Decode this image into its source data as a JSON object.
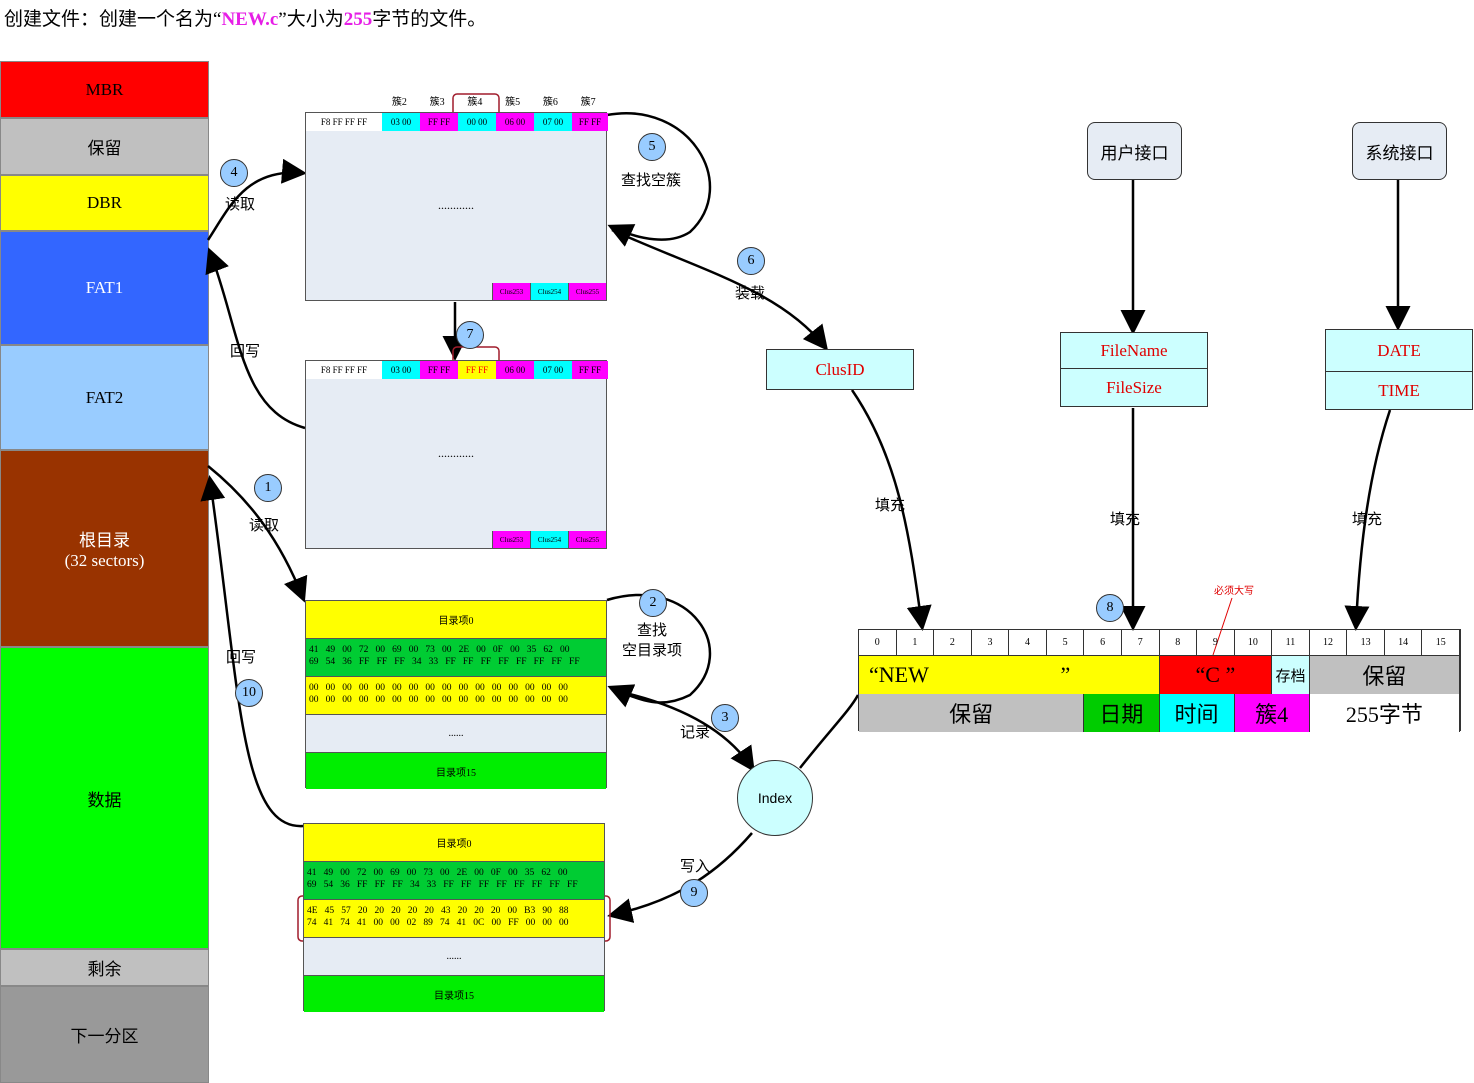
{
  "title": {
    "prefix": "创建文件：创建一个名为“",
    "name": "NEW.c",
    "middle": "”大小为",
    "size": "255",
    "suffix": "字节的文件。"
  },
  "partition": [
    {
      "key": "mbr",
      "label": "MBR",
      "sub": "",
      "bg": "#ff0000",
      "fg": "#000000",
      "h": 57
    },
    {
      "key": "reserved",
      "label": "保留",
      "sub": "",
      "bg": "#c0c0c0",
      "fg": "#000000",
      "h": 57
    },
    {
      "key": "dbr",
      "label": "DBR",
      "sub": "",
      "bg": "#ffff00",
      "fg": "#000000",
      "h": 56
    },
    {
      "key": "fat1",
      "label": "FAT1",
      "sub": "",
      "bg": "#3366ff",
      "fg": "#ffffff",
      "h": 114
    },
    {
      "key": "fat2",
      "label": "FAT2",
      "sub": "",
      "bg": "#99ccff",
      "fg": "#000000",
      "h": 105
    },
    {
      "key": "root",
      "label": "根目录",
      "sub": "(32 sectors)",
      "bg": "#993300",
      "fg": "#ffffff",
      "h": 197
    },
    {
      "key": "data",
      "label": "数据",
      "sub": "",
      "bg": "#00ff00",
      "fg": "#000000",
      "h": 302
    },
    {
      "key": "remain",
      "label": "剩余",
      "sub": "",
      "bg": "#c0c0c0",
      "fg": "#000000",
      "h": 37
    },
    {
      "key": "next",
      "label": "下一分区",
      "sub": "",
      "bg": "#999999",
      "fg": "#000000",
      "h": 97
    }
  ],
  "fat_top": {
    "cluster_headers": [
      "簇2",
      "簇3",
      "簇4",
      "簇5",
      "簇6",
      "簇7"
    ],
    "cells": [
      {
        "text": "F8  FF FF FF",
        "bg": "#ffffff",
        "fg": "#000000",
        "w": 76
      },
      {
        "text": "03  00",
        "bg": "#00ffff",
        "fg": "#000000",
        "w": 38
      },
      {
        "text": "FF  FF",
        "bg": "#ff00ff",
        "fg": "#000000",
        "w": 38
      },
      {
        "text": "00  00",
        "bg": "#00ffff",
        "fg": "#000000",
        "w": 38
      },
      {
        "text": "06  00",
        "bg": "#ff00ff",
        "fg": "#000000",
        "w": 38
      },
      {
        "text": "07 00",
        "bg": "#00ffff",
        "fg": "#000000",
        "w": 38
      },
      {
        "text": "FF FF",
        "bg": "#ff00ff",
        "fg": "#000000",
        "w": 36
      }
    ],
    "dots": "............",
    "tail": [
      "Clus253",
      "Clus254",
      "Clus255"
    ]
  },
  "fat_bottom": {
    "cells": [
      {
        "text": "F8  FF FF FF",
        "bg": "#ffffff",
        "fg": "#000000",
        "w": 76
      },
      {
        "text": "03  00",
        "bg": "#00ffff",
        "fg": "#000000",
        "w": 38
      },
      {
        "text": "FF  FF",
        "bg": "#ff00ff",
        "fg": "#000000",
        "w": 38
      },
      {
        "text": "FF FF",
        "bg": "#ffff00",
        "fg": "#ff0000",
        "w": 38
      },
      {
        "text": "06  00",
        "bg": "#ff00ff",
        "fg": "#000000",
        "w": 38
      },
      {
        "text": "07 00",
        "bg": "#00ffff",
        "fg": "#000000",
        "w": 38
      },
      {
        "text": "FF FF",
        "bg": "#ff00ff",
        "fg": "#000000",
        "w": 36
      }
    ],
    "dots": "............",
    "tail": [
      "Clus253",
      "Clus254",
      "Clus255"
    ]
  },
  "dir_top": {
    "entry0": "目录项0",
    "hex1": "41   49   00   72   00   69   00   73   00   2E   00   0F   00   35   62   00\n69   54   36   FF   FF   FF   34   33   FF   FF   FF   FF   FF   FF   FF   FF",
    "hex2": "00   00   00   00   00   00   00   00   00   00   00   00   00   00   00   00\n00   00   00   00   00   00   00   00   00   00   00   00   00   00   00   00",
    "dots": "......",
    "entry15": "目录项15"
  },
  "dir_bottom": {
    "entry0": "目录项0",
    "hex1": "41   49   00   72   00   69   00   73   00   2E   00   0F   00   35   62   00\n69   54   36   FF   FF   FF   34   33   FF   FF   FF   FF   FF   FF   FF   FF",
    "hex2": "4E   45   57   20   20   20   20   20   43   20   20   20   00   B3   90   88\n74   41   74   41   00   00   02   89   74   41   0C   00   FF   00   00   00",
    "dots": "......",
    "entry15": "目录项15"
  },
  "steps": [
    {
      "n": "1",
      "label": "读取"
    },
    {
      "n": "2",
      "label": "查找\n空目录项"
    },
    {
      "n": "3",
      "label": "记录"
    },
    {
      "n": "4",
      "label": "读取"
    },
    {
      "n": "5",
      "label": "查找空簇"
    },
    {
      "n": "6",
      "label": "装载"
    },
    {
      "n": "7",
      "label": ""
    },
    {
      "n": "8",
      "label": ""
    },
    {
      "n": "9",
      "label": "写入"
    },
    {
      "n": "10",
      "label": ""
    }
  ],
  "writeback_labels": [
    "回写",
    "回写"
  ],
  "index_label": "Index",
  "clusid_label": "ClusID",
  "user_iface": "用户接口",
  "sys_iface": "系统接口",
  "filename_label": "FileName",
  "filesize_label": "FileSize",
  "date_label": "DATE",
  "time_label": "TIME",
  "fill_labels": [
    "填充",
    "填充",
    "填充"
  ],
  "must_upper": "必须大写",
  "entry": {
    "offsets": [
      "0",
      "1",
      "2",
      "3",
      "4",
      "5",
      "6",
      "7",
      "8",
      "9",
      "10",
      "11",
      "12",
      "13",
      "14",
      "15"
    ],
    "row1": [
      {
        "text": "“NEW                        ”",
        "bg": "#ffff00",
        "fg": "#000000",
        "span": 8,
        "align": "left"
      },
      {
        "text": "“C      ”",
        "bg": "#ff0000",
        "fg": "#000000",
        "span": 3,
        "align": "center"
      },
      {
        "text": "存档",
        "bg": "#ccffff",
        "fg": "#000000",
        "span": 1,
        "align": "center",
        "small": true
      },
      {
        "text": "保留",
        "bg": "#c0c0c0",
        "fg": "#000000",
        "span": 4,
        "align": "center"
      }
    ],
    "row2": [
      {
        "text": "保留",
        "bg": "#c0c0c0",
        "fg": "#000000",
        "span": 6,
        "align": "center"
      },
      {
        "text": "日期",
        "bg": "#00cc00",
        "fg": "#000000",
        "span": 2,
        "align": "center"
      },
      {
        "text": "时间",
        "bg": "#00ffff",
        "fg": "#000000",
        "span": 2,
        "align": "center"
      },
      {
        "text": "簇4",
        "bg": "#ff00ff",
        "fg": "#000000",
        "span": 2,
        "align": "center"
      },
      {
        "text": "255字节",
        "bg": "#ffffff",
        "fg": "#000000",
        "span": 4,
        "align": "center"
      }
    ]
  }
}
